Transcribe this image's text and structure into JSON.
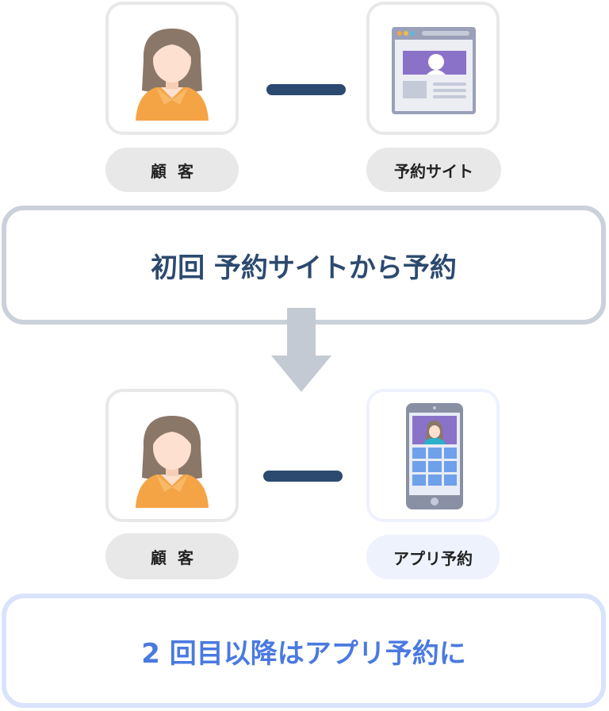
{
  "top_row": {
    "customer_label": "顧客",
    "site_label": "予約サイト"
  },
  "banner_first": {
    "text": "初回 予約サイトから予約"
  },
  "bottom_row": {
    "customer_label": "顧客",
    "app_label": "アプリ予約"
  },
  "banner_second": {
    "text": "2 回目以降はアプリ予約に"
  },
  "colors": {
    "navy": "#2c4a70",
    "accent_blue": "#4a7ae0",
    "skin": "#fde0cf",
    "hair": "#8b7768",
    "shirt_orange": "#f4a445",
    "browser_purple": "#8a72c8"
  },
  "icons": {
    "customer": "woman-avatar-icon",
    "site": "browser-window-icon",
    "app": "smartphone-app-icon",
    "arrow": "down-arrow-icon"
  }
}
